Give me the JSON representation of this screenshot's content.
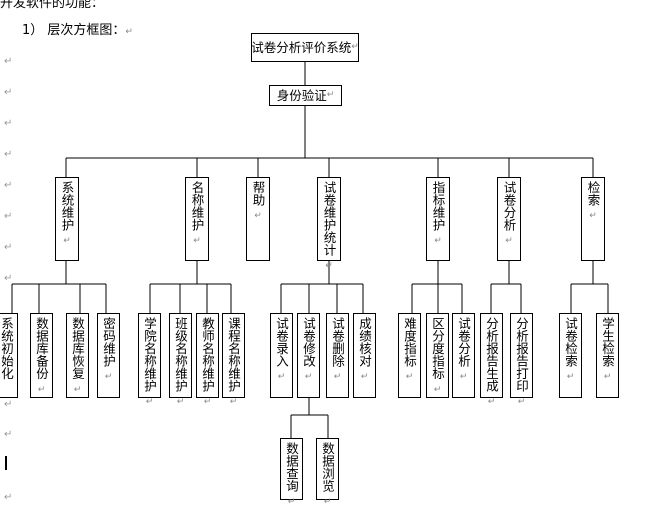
{
  "doc": {
    "cut_line": "开发软件的功能：",
    "heading": "1） 层次方框图：",
    "para_mark": "↵",
    "cell_mark": "↵"
  },
  "tree": {
    "root": "试卷分析评价系统",
    "auth": "身份验证",
    "modules": [
      {
        "label": "系统维护",
        "children": [
          "系统初始化",
          "数据库备份",
          "数据库恢复",
          "密码维护"
        ]
      },
      {
        "label": "名称维护",
        "children": [
          "学院名称维护",
          "班级名称维护",
          "教师名称维护",
          "课程名称维护"
        ]
      },
      {
        "label": "帮助",
        "children": []
      },
      {
        "label": "试卷维护统计",
        "children": [
          "试卷录入",
          "试卷修改",
          "试卷删除",
          "成绩核对"
        ]
      },
      {
        "label": "指标维护",
        "children": [
          "难度指标",
          "区分度指标",
          "试卷分析"
        ]
      },
      {
        "label": "试卷分析",
        "children": [
          "分析报告生成",
          "分析报告打印"
        ]
      },
      {
        "label": "检索",
        "children": [
          "试卷检索",
          "学生检索"
        ]
      }
    ],
    "sub_children": [
      "数据查询",
      "数据浏览"
    ]
  }
}
